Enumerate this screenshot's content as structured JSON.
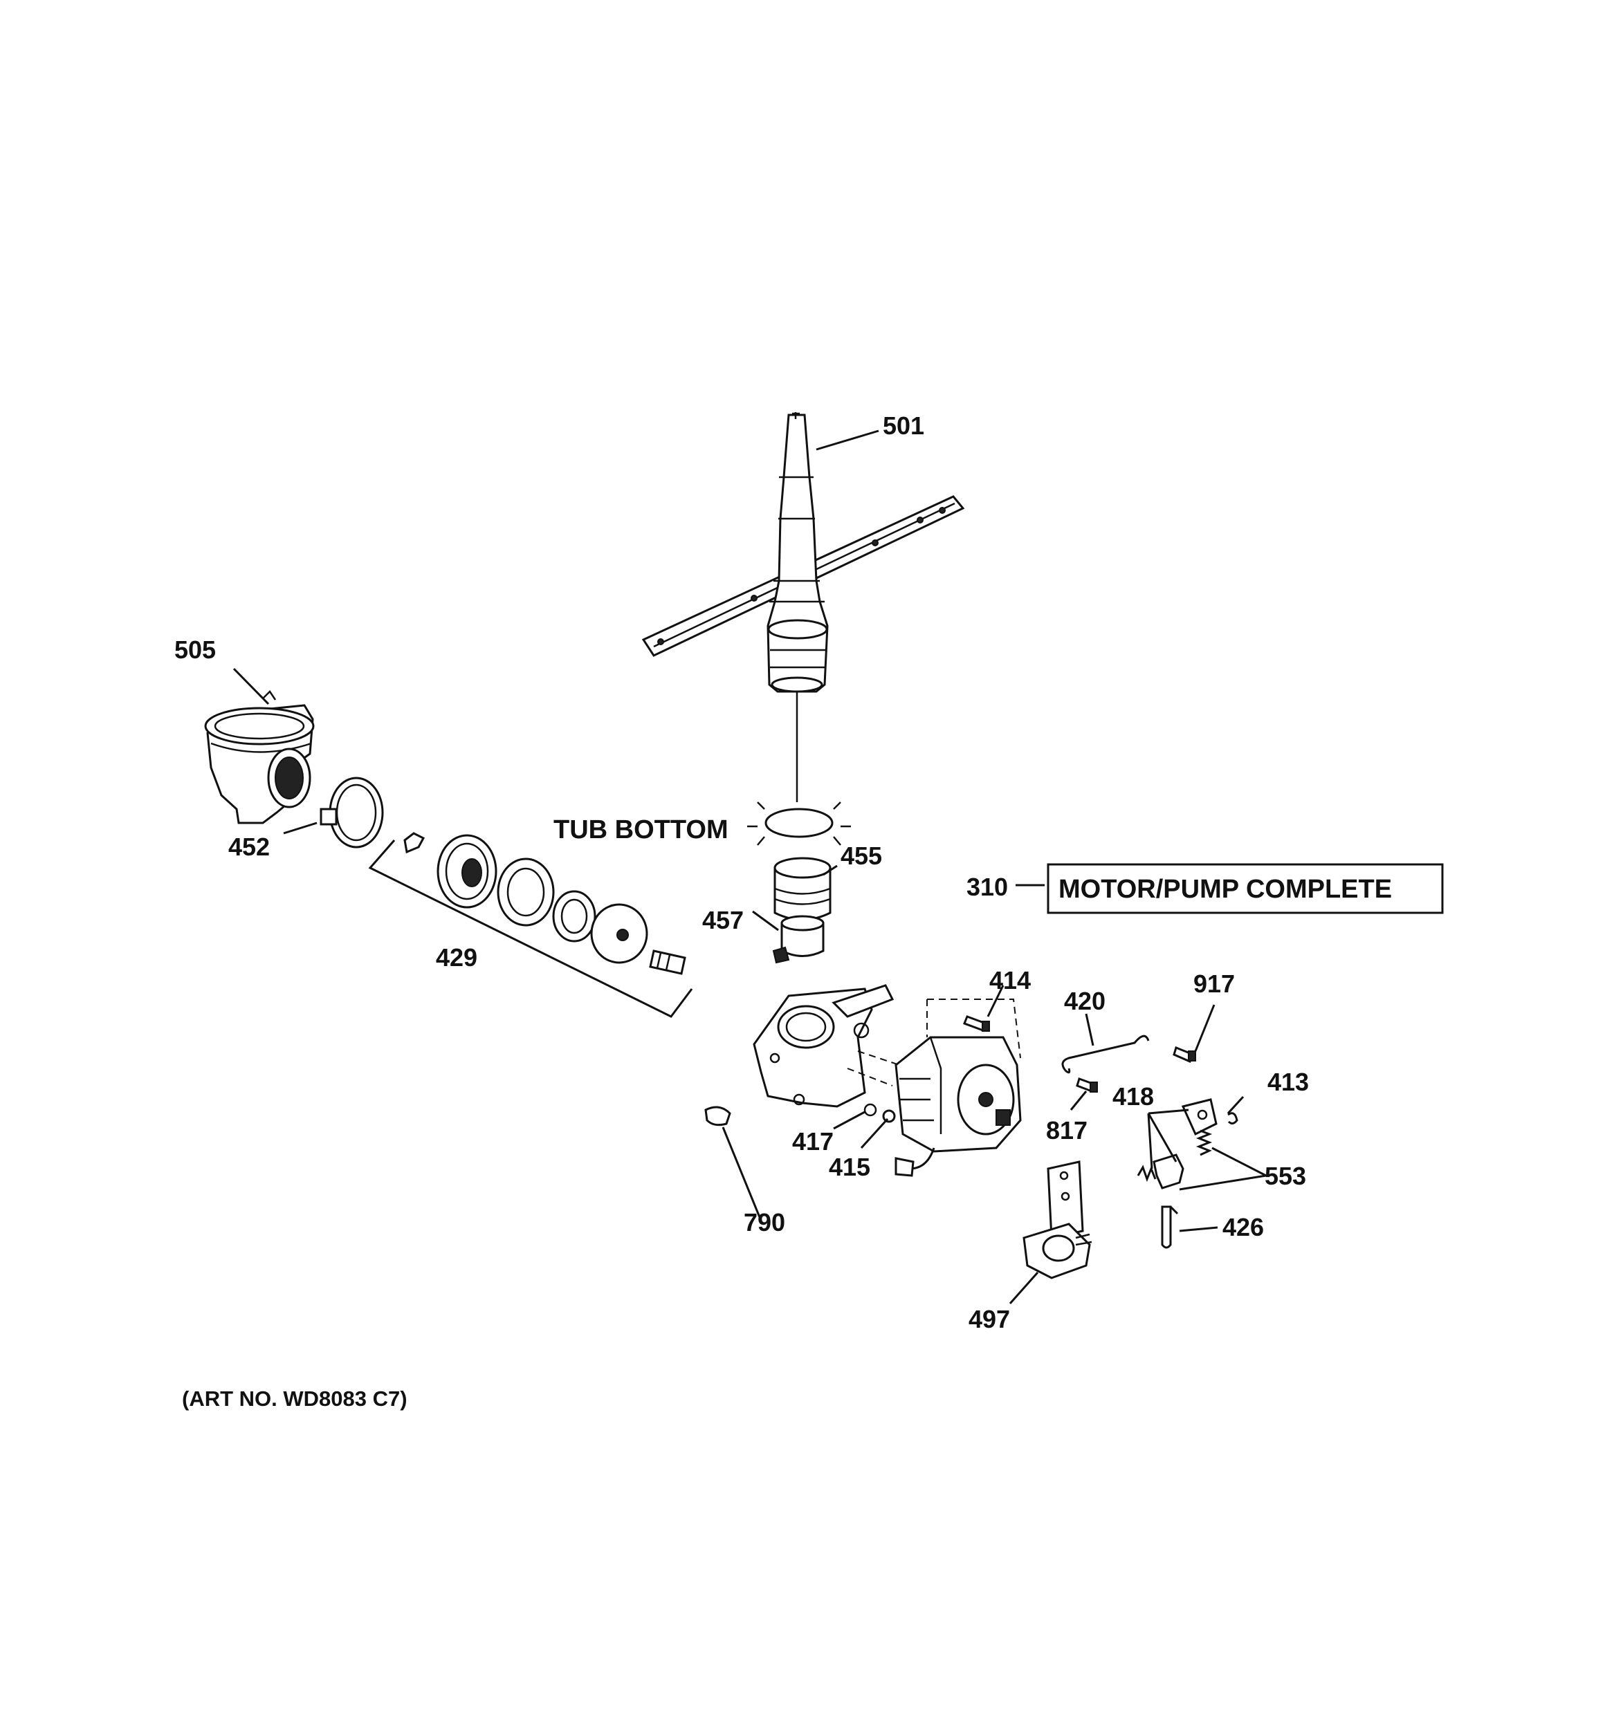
{
  "callouts": {
    "p501": "501",
    "p505": "505",
    "p452": "452",
    "p429": "429",
    "p455": "455",
    "p457": "457",
    "p310": "310",
    "p414": "414",
    "p420": "420",
    "p917": "917",
    "p418": "418",
    "p413": "413",
    "p817": "817",
    "p417": "417",
    "p415": "415",
    "p553": "553",
    "p426": "426",
    "p790": "790",
    "p497": "497"
  },
  "labels": {
    "tub_bottom": "TUB BOTTOM",
    "motor_pump_complete": "MOTOR/PUMP COMPLETE"
  },
  "art_number": "(ART NO. WD8083 C7)"
}
